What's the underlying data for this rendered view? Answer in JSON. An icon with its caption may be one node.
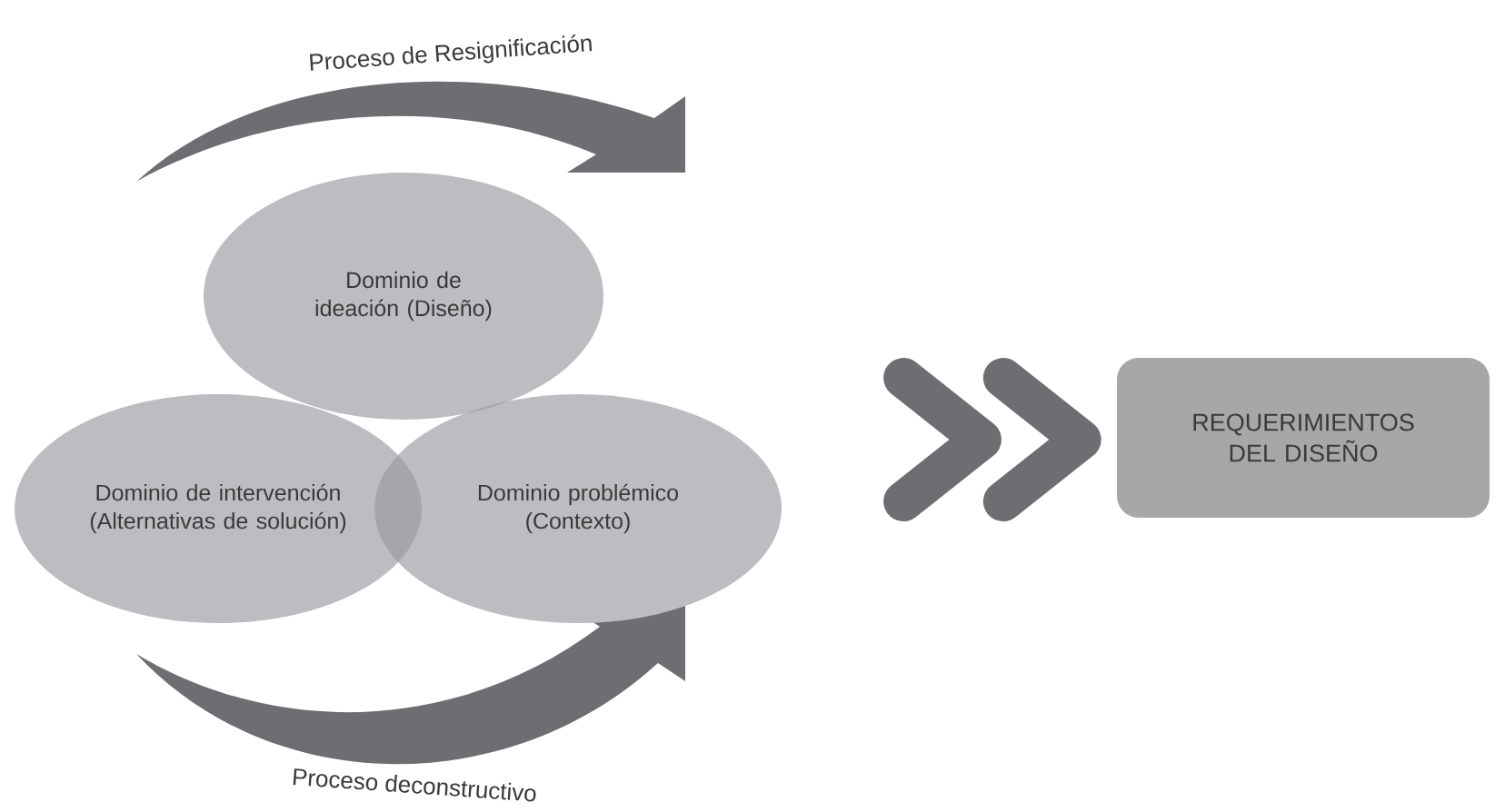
{
  "diagram": {
    "nodes": [
      {
        "text": [
          "Dominio de ideación (Diseño)"
        ]
      },
      {
        "text": [
          "Dominio de intervención (Alternativas de solución)"
        ]
      },
      {
        "text": [
          "Dominio problémico (Contexto)"
        ]
      },
      {
        "text": [
          "REQUERIMIENTOS DEL DISEÑO"
        ]
      }
    ],
    "edges": [
      {
        "from": 2,
        "to": 3,
        "arrow": "to"
      }
    ],
    "labels": [
      "Proceso de Resignificación",
      "Proceso deconstructivo"
    ]
  }
}
